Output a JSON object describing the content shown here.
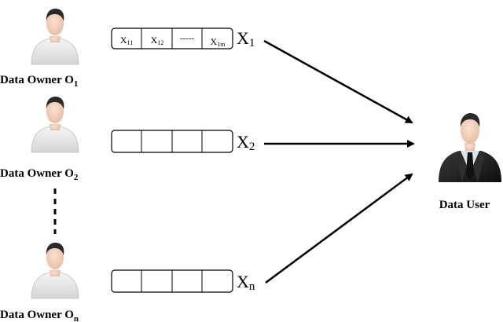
{
  "owners": [
    {
      "label_main": "Data Owner O",
      "label_sub": "1",
      "vector_name_main": "X",
      "vector_name_sub": "1",
      "cells": [
        {
          "main": "X",
          "sub": "11"
        },
        {
          "main": "X",
          "sub": "12"
        },
        {
          "main": "-----",
          "sub": ""
        },
        {
          "main": "X",
          "sub": "1m"
        }
      ]
    },
    {
      "label_main": "Data Owner O",
      "label_sub": "2",
      "vector_name_main": "X",
      "vector_name_sub": "2",
      "cells": [
        {
          "main": "",
          "sub": ""
        },
        {
          "main": "",
          "sub": ""
        },
        {
          "main": "",
          "sub": ""
        },
        {
          "main": "",
          "sub": ""
        }
      ]
    },
    {
      "label_main": "Data Owner O",
      "label_sub": "n",
      "vector_name_main": "X",
      "vector_name_sub": "n",
      "cells": [
        {
          "main": "",
          "sub": ""
        },
        {
          "main": "",
          "sub": ""
        },
        {
          "main": "",
          "sub": ""
        },
        {
          "main": "",
          "sub": ""
        }
      ]
    }
  ],
  "user": {
    "label": "Data User"
  },
  "colors": {
    "line": "#000000",
    "owner_shirt": "#e9e9e9",
    "owner_skin": "#f3d2be",
    "hair": "#2a2a2a",
    "suit": "#1c1c1c",
    "shirt": "#d9e2ea",
    "tie": "#111111"
  }
}
